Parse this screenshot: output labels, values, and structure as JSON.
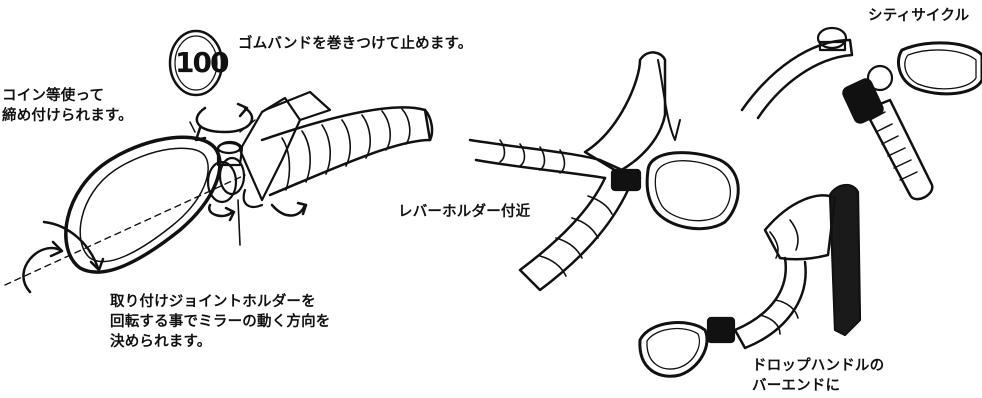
{
  "labels": {
    "rubber_band": "ゴムバンドを巻きつけて止めます。",
    "coin_lines": [
      "コイン等使って",
      "締め付けられます。"
    ],
    "rotate_lines": [
      "取り付けジョイントホルダーを",
      "回転する事でミラーの動く方向を",
      "決められます。"
    ],
    "lever": "レバーホルダー付近",
    "city": "シティサイクル",
    "drop_lines": [
      "ドロップハンドルの",
      "バーエンドに"
    ],
    "sign_number": "100"
  },
  "colors": {
    "ink": "#111111",
    "paper": "#ffffff",
    "lever_fill": "#1a1a1a"
  }
}
